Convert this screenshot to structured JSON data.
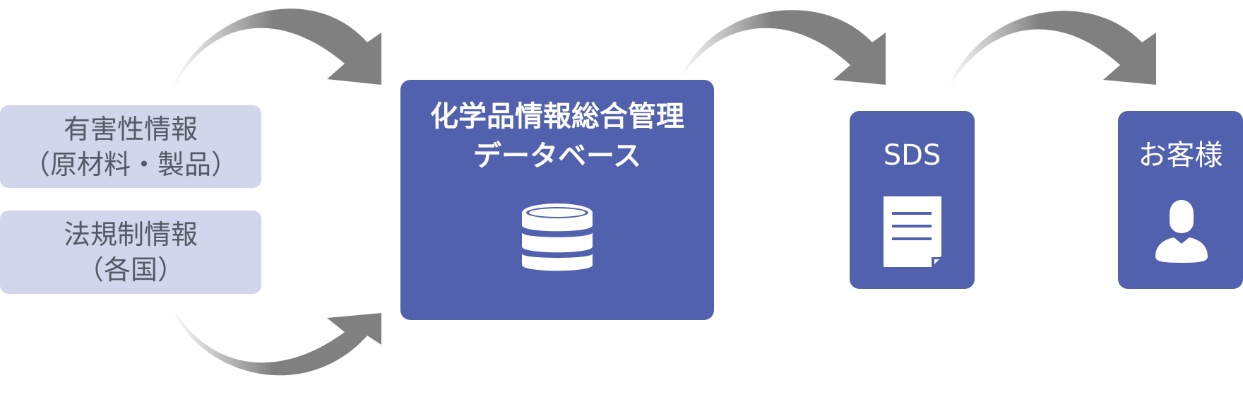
{
  "colors": {
    "source_box_fill": "#d1d6ea",
    "source_text": "#555a66",
    "main_box_fill": "#5161ad",
    "main_text": "#ffffff",
    "arrow": "#808080"
  },
  "sources": [
    {
      "line1": "有害性情報",
      "line2": "（原材料・製品）"
    },
    {
      "line1": "法規制情報",
      "line2": "（各国）"
    }
  ],
  "database": {
    "title_line1": "化学品情報総合管理",
    "title_line2": "データベース",
    "icon": "database-icon"
  },
  "sds": {
    "label": "SDS",
    "icon": "document-icon"
  },
  "customer": {
    "label": "お客様",
    "icon": "user-icon"
  }
}
